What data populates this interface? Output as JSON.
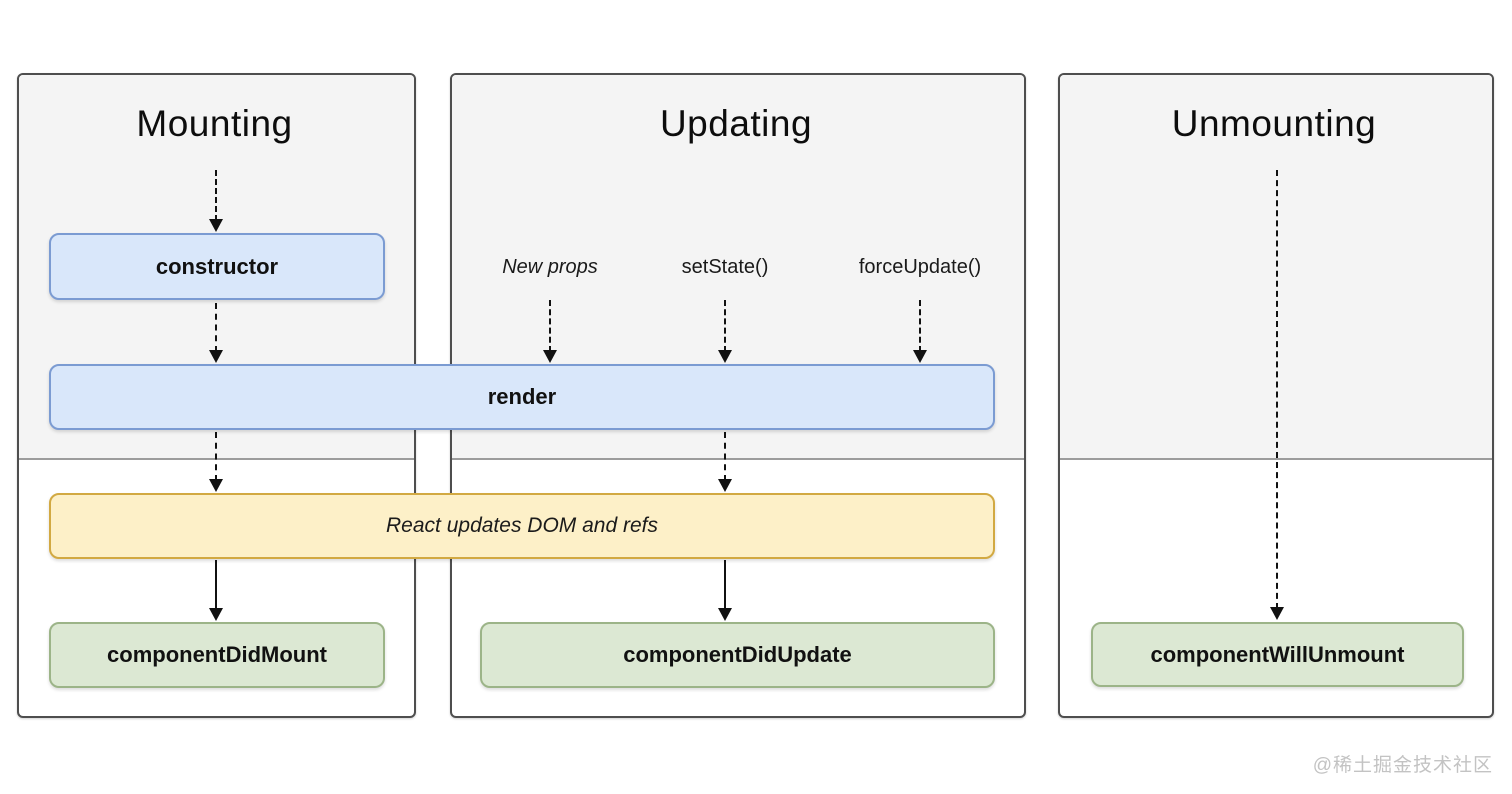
{
  "watermark": "@稀土掘金技术社区",
  "columns": {
    "mounting": {
      "title": "Mounting"
    },
    "updating": {
      "title": "Updating",
      "triggers": {
        "new_props": "New props",
        "set_state": "setState()",
        "force_update": "forceUpdate()"
      }
    },
    "unmounting": {
      "title": "Unmounting"
    }
  },
  "boxes": {
    "constructor": {
      "label": "constructor"
    },
    "render": {
      "label": "render"
    },
    "react_updates": {
      "label": "React updates DOM and refs"
    },
    "component_did_mount": {
      "label": "componentDidMount"
    },
    "component_did_update": {
      "label": "componentDidUpdate"
    },
    "component_will_unmount": {
      "label": "componentWillUnmount"
    }
  },
  "colors": {
    "method_box_fill": "#d9e7fa",
    "method_box_border": "#7b9bd2",
    "dom_update_fill": "#fdf0c8",
    "dom_update_border": "#d2a942",
    "commit_box_fill": "#dce8d3",
    "commit_box_border": "#9cb488",
    "panel_top_fill": "#f4f4f4",
    "panel_border": "#4e4e4e",
    "divider": "#9c9c9c",
    "arrow": "#111111",
    "watermark_text": "#c3c3c3"
  }
}
